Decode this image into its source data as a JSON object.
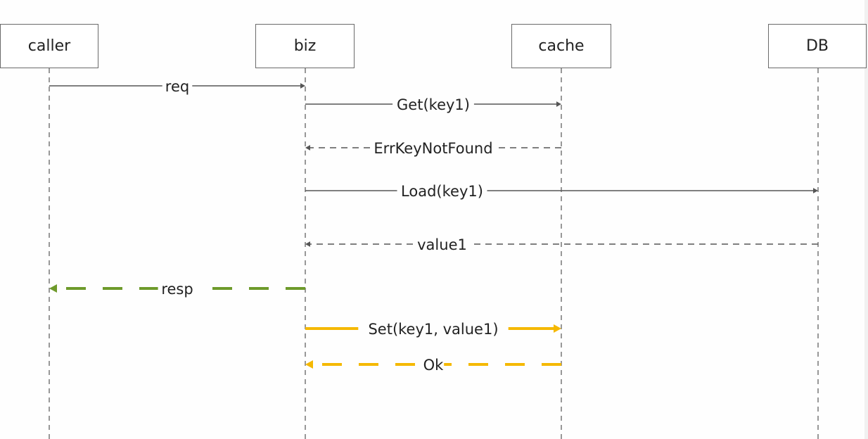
{
  "participants": [
    {
      "id": "caller",
      "label": "caller"
    },
    {
      "id": "biz",
      "label": "biz"
    },
    {
      "id": "cache",
      "label": "cache"
    },
    {
      "id": "DB",
      "label": "DB"
    }
  ],
  "messages": [
    {
      "from": "caller",
      "to": "biz",
      "label": "req",
      "style": "solid",
      "color": "#555555"
    },
    {
      "from": "biz",
      "to": "cache",
      "label": "Get(key1)",
      "style": "solid",
      "color": "#555555"
    },
    {
      "from": "cache",
      "to": "biz",
      "label": "ErrKeyNotFound",
      "style": "dashed",
      "color": "#555555"
    },
    {
      "from": "biz",
      "to": "DB",
      "label": "Load(key1)",
      "style": "solid",
      "color": "#555555"
    },
    {
      "from": "DB",
      "to": "biz",
      "label": "value1",
      "style": "dashed",
      "color": "#555555"
    },
    {
      "from": "biz",
      "to": "caller",
      "label": "resp",
      "style": "dashed",
      "color": "#6e9a2b"
    },
    {
      "from": "biz",
      "to": "cache",
      "label": "Set(key1, value1)",
      "style": "solid",
      "color": "#f5b800"
    },
    {
      "from": "cache",
      "to": "biz",
      "label": "Ok",
      "style": "dashed",
      "color": "#f5b800"
    }
  ]
}
